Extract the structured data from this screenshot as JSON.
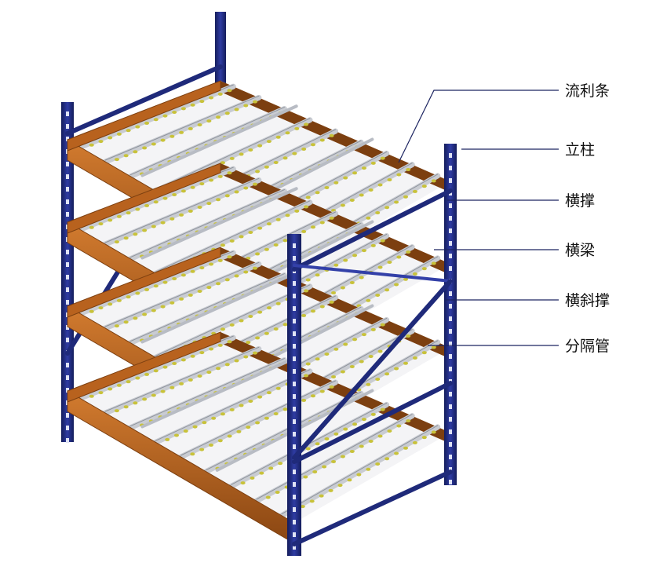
{
  "colors": {
    "upright": "#1f2a7a",
    "upright_light": "#3340a8",
    "beam": "#b8621e",
    "beam_dark": "#7c3f10",
    "rail": "#c9ccd2",
    "rail_dark": "#8e939c",
    "wheel": "#c8c23a",
    "leader": "#1c2461",
    "label": "#111111"
  },
  "labels": {
    "flow_strip": "流利条",
    "upright": "立柱",
    "horizontal_brace": "横撑",
    "beam": "横梁",
    "diagonal_brace": "横斜撑",
    "divider_tube": "分隔管"
  }
}
